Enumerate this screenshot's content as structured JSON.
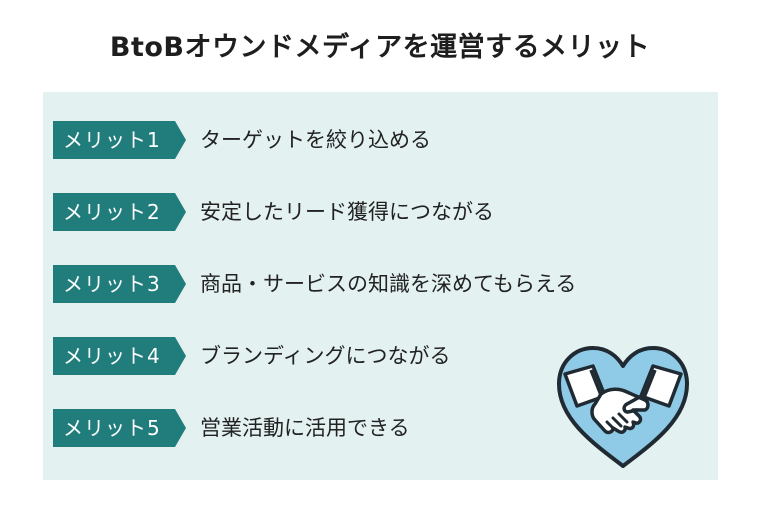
{
  "title": "BtoBオウンドメディアを運営するメリット",
  "merits": [
    {
      "tag": "メリット1",
      "text": "ターゲットを絞り込める"
    },
    {
      "tag": "メリット2",
      "text": "安定したリード獲得につながる"
    },
    {
      "tag": "メリット3",
      "text": "商品・サービスの知識を深めてもらえる"
    },
    {
      "tag": "メリット4",
      "text": "ブランディングにつながる"
    },
    {
      "tag": "メリット5",
      "text": "営業活動に活用できる"
    }
  ],
  "colors": {
    "tag_background": "#217d7c",
    "panel_background": "#e3f1f1",
    "heart_fill": "#8fcbe6",
    "heart_outline": "#1f2a33"
  },
  "illustration": {
    "icon": "handshake-heart-icon"
  }
}
